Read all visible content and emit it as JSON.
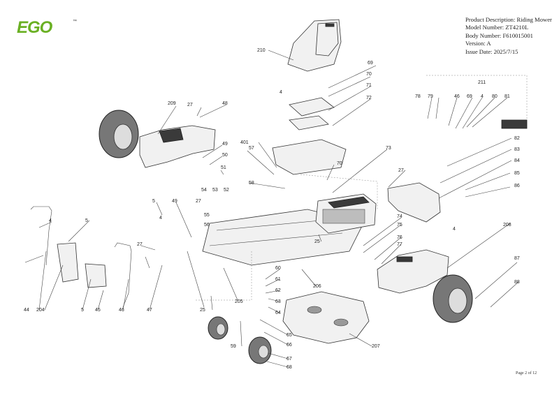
{
  "brand": {
    "logo_text": "EGO",
    "trademark": "™"
  },
  "product_info": {
    "description": "Product Description: Riding Mower",
    "model": "Model Number: ZT4210L",
    "body": "Body Number: F610015001",
    "version": "Version: A",
    "issue_date": "Issue Date: 2025/7/15"
  },
  "page_number": "Page 2 of 12",
  "callouts": [
    "210",
    "69",
    "70",
    "71",
    "72",
    "4",
    "27",
    "48",
    "209",
    "49",
    "50",
    "51",
    "401",
    "57",
    "58",
    "70",
    "73",
    "27",
    "56",
    "5",
    "4",
    "49",
    "27",
    "54",
    "53",
    "52",
    "55",
    "25",
    "74",
    "75",
    "76",
    "77",
    "5",
    "27",
    "4",
    "44",
    "204",
    "5",
    "45",
    "46",
    "47",
    "25",
    "205",
    "60",
    "61",
    "62",
    "63",
    "64",
    "65",
    "66",
    "59",
    "67",
    "68",
    "206",
    "207",
    "211",
    "78",
    "79",
    "46",
    "69",
    "4",
    "80",
    "81",
    "82",
    "83",
    "84",
    "85",
    "86",
    "4",
    "208",
    "87",
    "88"
  ]
}
